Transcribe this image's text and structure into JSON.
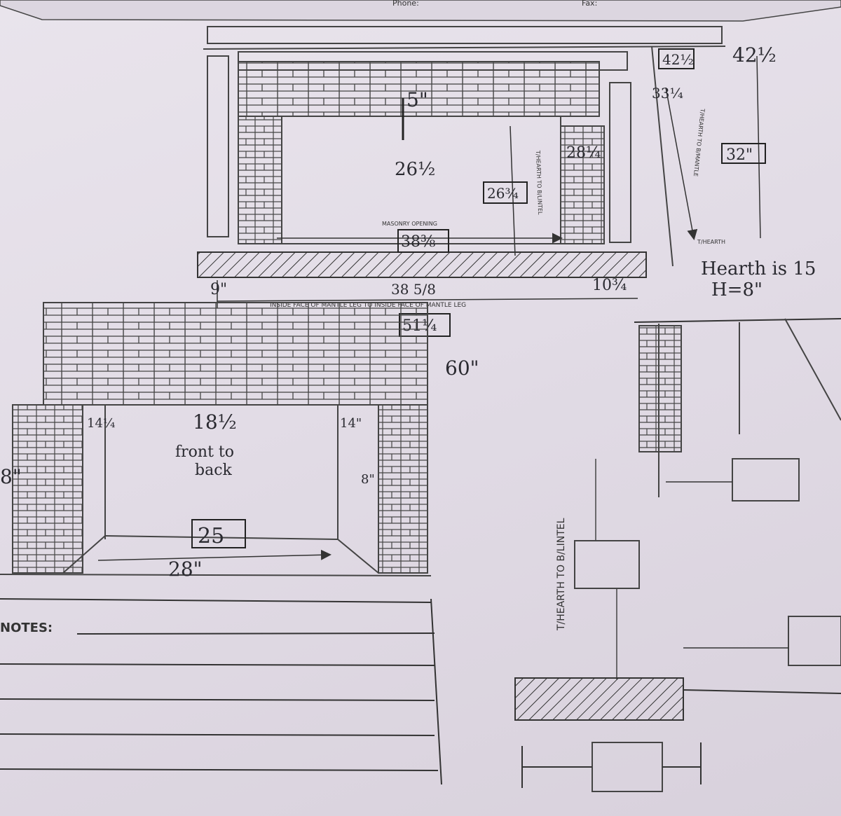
{
  "header": {
    "left_label": "Phone:",
    "right_label": "Fax:"
  },
  "front_view": {
    "mantle_height_box": "42½",
    "mantle_height_note": "42½",
    "lintel_thickness": "5\"",
    "opening_height_note": "26½",
    "opening_height_box": "26¾",
    "side_note": "28¼",
    "mantle_leg_top": "33¼",
    "hearth_to_mantle_box": "32\"",
    "opening_label": "MASONRY OPENING",
    "opening_width_box": "38⅜",
    "hearth_label": "T/HEARTH",
    "vertical_label_1": "T/HEARTH TO B/LINTEL",
    "vertical_label_2": "T/HEARTH TO B/MANTLE",
    "hearth_note_line1": "Hearth is 15",
    "hearth_note_line2": "H=8\"",
    "left_offset": "9\"",
    "right_offset": "10¾",
    "inside_width": "38 5/8",
    "inside_label": "INSIDE FACE OF MANTLE LEG TO INSIDE FACE OF MANTLE LEG",
    "total_width_box": "51¼",
    "overall_note": "60\""
  },
  "plan_view": {
    "depth_line1": "18½",
    "depth_line2": "front to",
    "depth_line3": "back",
    "left_jamb": "14¼",
    "right_jamb": "14\"",
    "left_height": "8\"",
    "right_height": "8\"",
    "back_width_box": "25",
    "front_width": "28\""
  },
  "notes": {
    "label": "NOTES:"
  },
  "side_view": {
    "vertical_label": "T/HEARTH TO B/LINTEL"
  }
}
